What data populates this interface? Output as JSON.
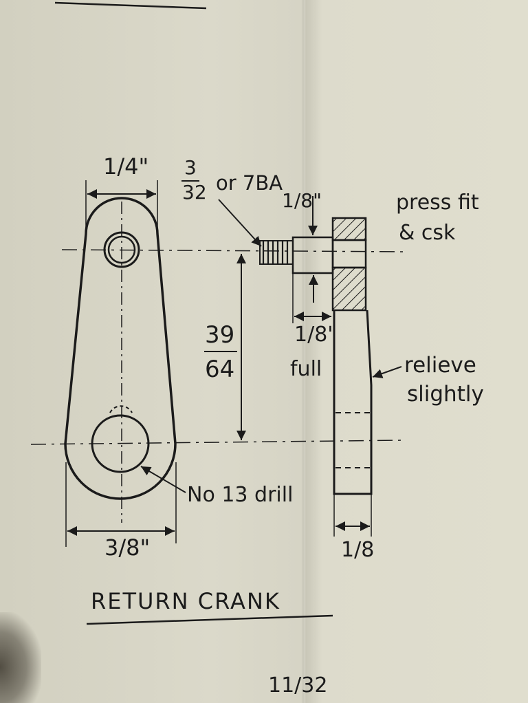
{
  "labels": {
    "top_width": "1/4\"",
    "thread": "or 7BA",
    "thread_frac_num": "3",
    "thread_frac_den": "32",
    "boss_height": "1/8\"",
    "press_fit_line1": "press fit",
    "press_fit_line2": "& csk",
    "center_distance_num": "39",
    "center_distance_den": "64",
    "boss_length": "1/8\"",
    "boss_length_note": "full",
    "relieve_line1": "relieve",
    "relieve_line2": "slightly",
    "drill": "No 13 drill",
    "bottom_width": "3/8\"",
    "thickness": "1/8",
    "title": "RETURN CRANK",
    "footer_dim": "11/32"
  },
  "colors": {
    "ink": "#1b1b1b",
    "paper": "#dbd9ca"
  }
}
